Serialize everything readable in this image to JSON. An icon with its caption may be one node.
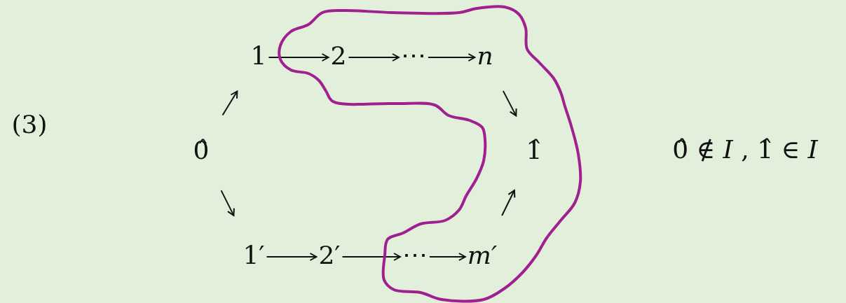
{
  "diagram": {
    "nodes": [
      {
        "text": [
          "0̂"
        ]
      },
      {
        "text": [
          "1"
        ]
      },
      {
        "text": [],
        "shape": "loop"
      },
      {
        "text": [
          "2"
        ],
        "in": 2
      },
      {
        "text": [
          "⋯"
        ],
        "in": 2
      },
      {
        "text": [
          "n"
        ],
        "in": 2
      },
      {
        "text": [
          "1̂"
        ],
        "in": 2
      },
      {
        "text": [
          "1′"
        ]
      },
      {
        "text": [
          "2′"
        ]
      },
      {
        "text": [
          "⋯"
        ],
        "in": 2
      },
      {
        "text": [
          "m′"
        ],
        "in": 2
      }
    ],
    "edges": [
      {
        "from": 0,
        "to": 1,
        "arrow": "to"
      },
      {
        "from": 1,
        "to": 3,
        "arrow": "to"
      },
      {
        "from": 3,
        "to": 4,
        "arrow": "to"
      },
      {
        "from": 4,
        "to": 5,
        "arrow": "to"
      },
      {
        "from": 5,
        "to": 6,
        "arrow": "to"
      },
      {
        "from": 0,
        "to": 7,
        "arrow": "to"
      },
      {
        "from": 7,
        "to": 8,
        "arrow": "to"
      },
      {
        "from": 8,
        "to": 9,
        "arrow": "to"
      },
      {
        "from": 9,
        "to": 10,
        "arrow": "to"
      },
      {
        "from": 10,
        "to": 6,
        "arrow": "to"
      }
    ],
    "labels": [
      "(3)",
      "0̂ ∉ *I* ,  1̂ ∈ *I*"
    ]
  }
}
